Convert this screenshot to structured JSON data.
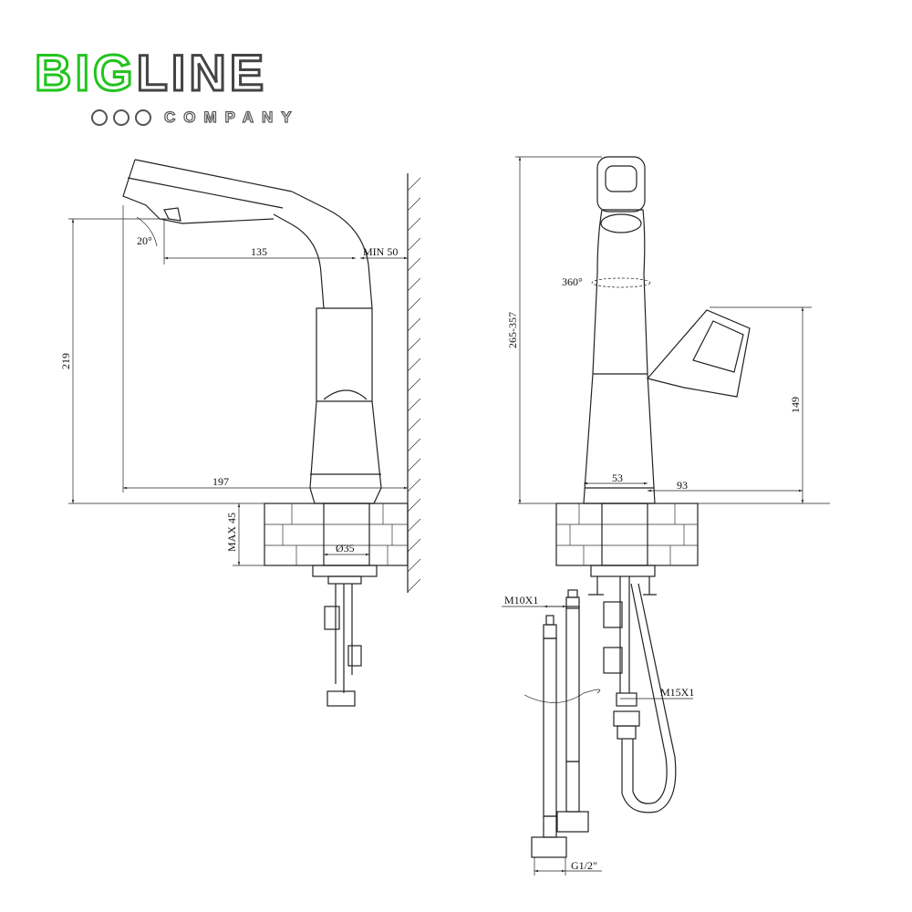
{
  "logo": {
    "text_green": "BIG",
    "text_dark": "LINE",
    "subtitle": "COMPANY",
    "green": "#22c41e",
    "dark": "#444444"
  },
  "side_view": {
    "angle": "20°",
    "reach": "135",
    "wall_min": "MIN 50",
    "height": "219",
    "length": "197",
    "counter_max": "MAX 45",
    "hole_dia": "Ø35"
  },
  "front_view": {
    "rotation": "360°",
    "height_range": "265-357",
    "spray_height": "149",
    "base_width": "53",
    "spray_offset": "93"
  },
  "hoses": {
    "thread_small": "M10X1",
    "thread_pull": "M15X1",
    "thread_inlet": "G1/2\""
  }
}
